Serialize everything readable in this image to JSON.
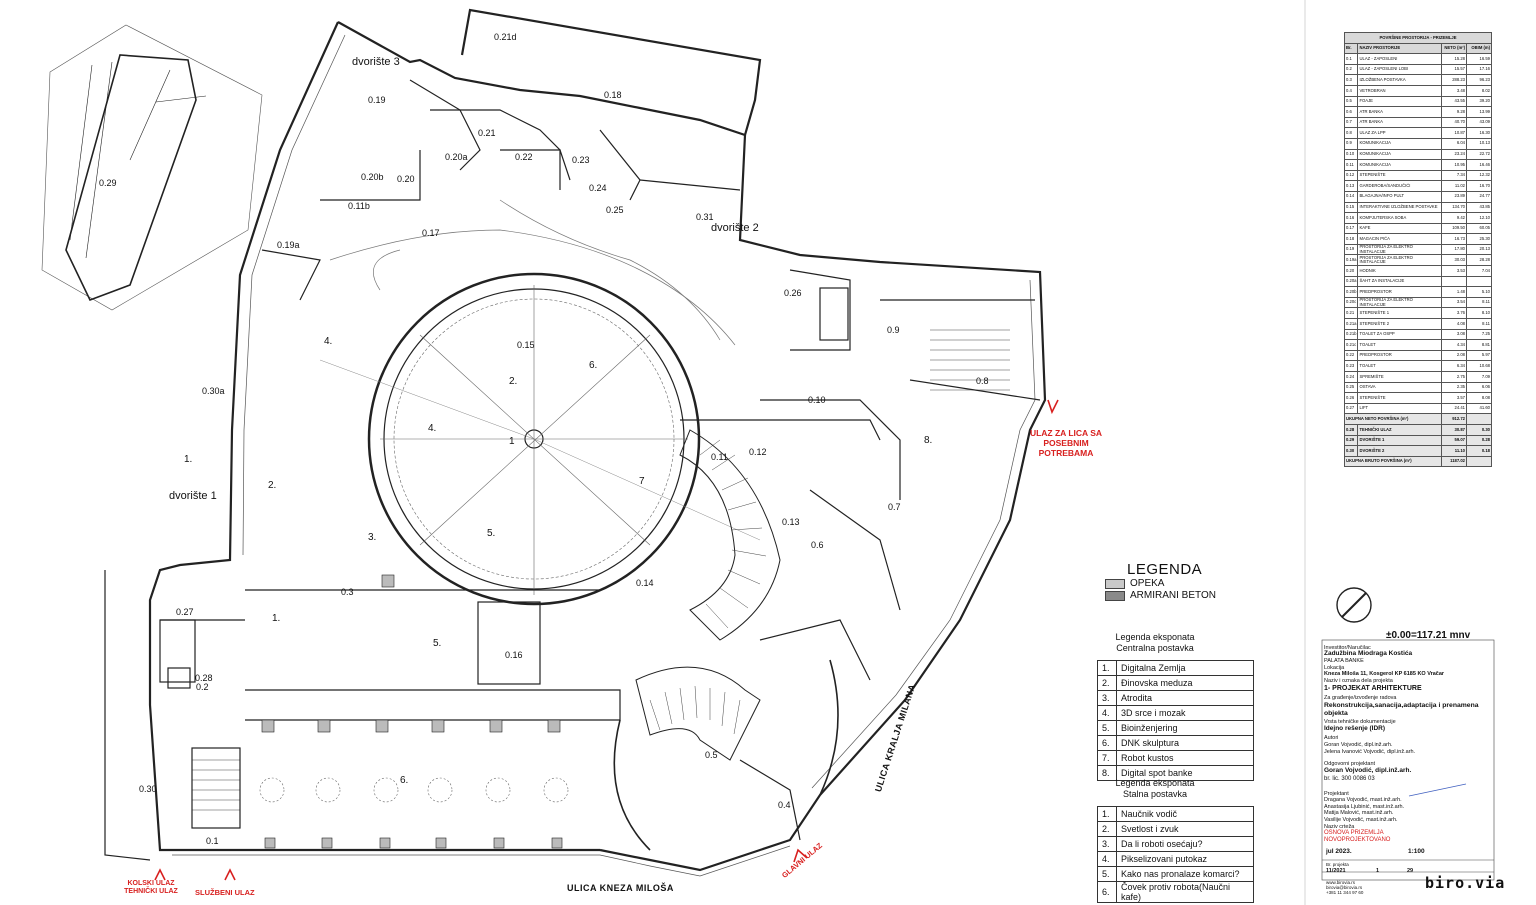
{
  "courtyards": {
    "d3": "dvorište 3",
    "d2": "dvorište 2",
    "d1": "dvorište 1"
  },
  "rooms": {
    "r021d": "0.21d",
    "r019": "0.19",
    "r018": "0.18",
    "r021": "0.21",
    "r022": "0.22",
    "r023": "0.23",
    "r020a": "0.20a",
    "r020b": "0.20b",
    "r020": "0.20",
    "r024": "0.24",
    "r025": "0.25",
    "r011b": "0.11b",
    "r031": "0.31",
    "r029": "0.29",
    "r019a": "0.19a",
    "r017": "0.17",
    "r015": "0.15",
    "r026": "0.26",
    "r09": "0.9",
    "r08": "0.8",
    "r030a": "0.30a",
    "r010": "0.10",
    "r011": "0.11",
    "r012": "0.12",
    "r013": "0.13",
    "r07": "0.7",
    "r06": "0.6",
    "r03": "0.3",
    "r014": "0.14",
    "r016": "0.16",
    "r027": "0.27",
    "r028": "0.28",
    "r02": "0.2",
    "r030": "0.30",
    "r05": "0.5",
    "r04": "0.4",
    "r01": "0.1"
  },
  "zones": {
    "z1": "1.",
    "z1b": "1.",
    "z2": "2.",
    "z2b": "2.",
    "z3": "3.",
    "z4": "4.",
    "z4b": "4.",
    "z5": "5.",
    "z5b": "5.",
    "z6": "6.",
    "z6b": "6.",
    "z7": "7",
    "z8": "8.",
    "z1c": "1"
  },
  "entrances": {
    "ulaz_lica": "ULAZ ZA LICA SA\nPOSEBNIM\nPOTREBAMA",
    "kolski": "KOLSKI ULAZ\nTEHNIČKI ULAZ",
    "sluzbeni": "SLUŽBENI ULAZ",
    "glavni": "GLAVNI ULAZ"
  },
  "streets": {
    "kneza": "ULICA KNEZA MILOŠA",
    "kralja": "ULICA KRALJA MILANA"
  },
  "legend": {
    "title": "LEGENDA",
    "opeka": "OPEKA",
    "beton": "ARMIRANI BETON",
    "central_heading": "Legenda eksponata\nCentralna postavka",
    "central": [
      {
        "n": "1.",
        "t": "Digitalna Zemlja"
      },
      {
        "n": "2.",
        "t": "Đinovska meduza"
      },
      {
        "n": "3.",
        "t": "Atrodita"
      },
      {
        "n": "4.",
        "t": "3D srce i mozak"
      },
      {
        "n": "5.",
        "t": "Bioinženjering"
      },
      {
        "n": "6.",
        "t": "DNK skulptura"
      },
      {
        "n": "7.",
        "t": "Robot kustos"
      },
      {
        "n": "8.",
        "t": "Digital spot banke"
      }
    ],
    "permanent_heading": "Legenda eksponata\nStalna postavka",
    "permanent": [
      {
        "n": "1.",
        "t": "Naučnik vodič"
      },
      {
        "n": "2.",
        "t": "Svetlost i zvuk"
      },
      {
        "n": "3.",
        "t": "Da li roboti osećaju?"
      },
      {
        "n": "4.",
        "t": "Pikselizovani putokaz"
      },
      {
        "n": "5.",
        "t": "Kako nas pronalaze komarci?"
      },
      {
        "n": "6.",
        "t": "Čovek protiv robota(Naučni kafe)"
      }
    ]
  },
  "area_table": {
    "title": "POVRŠINE PROSTORIJA - PRIZEMLJE",
    "headers": [
      "Br.",
      "NAZIV PROSTORIJE",
      "NETO (m²)",
      "OBIM (m)"
    ],
    "rows": [
      [
        "0.1",
        "ULAZ - ZAPOSLENI",
        "15.28",
        "16.59"
      ],
      [
        "0.2",
        "ULAZ - ZAPOSLENI LOBI",
        "15.57",
        "17.16"
      ],
      [
        "0.3",
        "IZLOŽBENA POSTAVKA",
        "288.23",
        "96.23"
      ],
      [
        "0.4",
        "VETROBRAN",
        "3.48",
        "8.02"
      ],
      [
        "0.5",
        "FOAJE",
        "43.55",
        "39.20"
      ],
      [
        "0.6",
        "ATR BANKA",
        "9.28",
        "13.99"
      ],
      [
        "0.7",
        "ATR BANKA",
        "40.70",
        "43.09"
      ],
      [
        "0.8",
        "ULAZ ZA LPP",
        "10.87",
        "16.30"
      ],
      [
        "0.9",
        "KOMUNIKACIJA",
        "6.04",
        "10.13"
      ],
      [
        "0.10",
        "KOMUNIKACIJA",
        "23.24",
        "22.72"
      ],
      [
        "0.11",
        "KOMUNIKACIJA",
        "10.95",
        "16.46"
      ],
      [
        "0.12",
        "STEPENIŠTE",
        "7.34",
        "12.32"
      ],
      [
        "0.13",
        "GARDEROBA/SANDUČIĆI",
        "11.02",
        "16.70"
      ],
      [
        "0.14",
        "BLAGAJNA/INFO PULT",
        "23.89",
        "24.77"
      ],
      [
        "0.15",
        "INTERAKTIVNE IZLOŽBENE POSTAVKE",
        "134.70",
        "43.85"
      ],
      [
        "0.16",
        "KOMPJUTERSKA SOBA",
        "9.42",
        "12.10"
      ],
      [
        "0.17",
        "KAFE",
        "109.50",
        "60.05"
      ],
      [
        "0.18",
        "MAGACIN PIĆA",
        "16.73",
        "25.30"
      ],
      [
        "0.19",
        "PROSTORIJA ZA ELEKTRO INSTALACIJE",
        "17.80",
        "20.13"
      ],
      [
        "0.19a",
        "PROSTORIJA ZA ELEKTRO INSTALACIJE",
        "30.03",
        "28.28"
      ],
      [
        "0.20",
        "HODNIK",
        "3.53",
        "7.04"
      ],
      [
        "0.20a",
        "ŠAHT ZA INSTALACIJE",
        "",
        ""
      ],
      [
        "0.20b",
        "PREDPROSTOR",
        "1.48",
        "5.10"
      ],
      [
        "0.20c",
        "PROSTORIJA ZA ELEKTRO INSTALACIJE",
        "3.54",
        "8.11"
      ],
      [
        "0.21",
        "STEPENIŠTE 1",
        "3.76",
        "8.10"
      ],
      [
        "0.21a",
        "STEPENIŠTE 2",
        "4.08",
        "8.11"
      ],
      [
        "0.21b",
        "TOALET ZA OSPP",
        "3.08",
        "7.25"
      ],
      [
        "0.21c",
        "TOALET",
        "4.34",
        "8.81"
      ],
      [
        "0.22",
        "PREDPROSTOR",
        "2.08",
        "5.97"
      ],
      [
        "0.23",
        "TOALET",
        "6.34",
        "10.68"
      ],
      [
        "0.24",
        "SPREMIŠTE",
        "2.75",
        "7.09"
      ],
      [
        "0.25",
        "OSTAVA",
        "2.35",
        "6.06"
      ],
      [
        "0.26",
        "STEPENIŠTE",
        "3.57",
        "8.08"
      ],
      [
        "0.27",
        "LIFT",
        "24.41",
        "41.60"
      ]
    ],
    "sum_label": "UKUPNA NETO POVRŠINA  (m²)",
    "sum_value": "912.72",
    "extra": [
      [
        "0.28",
        "TEHNIČKI ULAZ",
        "30.87",
        "0.30"
      ],
      [
        "0.29",
        "DVORIŠTE 1",
        "59.07",
        "0.28"
      ],
      [
        "0.30",
        "DVORIŠTE 2",
        "11.10",
        "0.18"
      ]
    ],
    "gross_label": "UKUPNA BRUTO POVRŠINA (m²)",
    "gross_value": "1187.02"
  },
  "title_block": {
    "level": "±0.00=117.21 mnv",
    "investor_label": "Investitor/Naručilac",
    "investor": "Zadužbina Miodraga Kostića",
    "investor2": "PALATA BANKE",
    "location_label": "Lokacija",
    "location": "Kneza Miloša 11, Kosgerol KP 6185 KO Vračar",
    "part_label": "Naziv i oznaka dela projekta",
    "part": "1- PROJEKAT ARHITEKTURE",
    "type_label": "Za građenje/izvođenje radova",
    "type": "Rekonstrukcija,sanacija,adaptacija i prenamena objekta",
    "phase_label": "Vrsta tehničke dokumentacije",
    "phase": "Idejno rešenje (IDR)",
    "authors_label": "Autori",
    "authors": "Goran Vojvodić, dipl.inž.arh.\nJelena Ivanović Vojvodić, dipl.inž.arh.",
    "designer_label": "Odgovorni projektant",
    "designer": "Goran Vojvodić, dipl.inž.arh.",
    "license": "br. lic. 300 0086 03",
    "team_label": "Projektant",
    "team": "Dragana Vojvodić, mast.inž.arh.\nAnastasija Ljubinić, mast.inž.arh.\nMatija Malović, mast.inž.arh.\nVasilije Vojvodić, mast.inž.arh.",
    "sheet_label": "Naziv crteža",
    "sheet": "OSNOVA PRIZEMLJA\nNOVOPROJEKTOVANO",
    "date": "jul 2023.",
    "scale": "1:100",
    "proj_no_label": "Br. projekta",
    "proj_no": "11/2021",
    "page": "1",
    "drawing_no": "29",
    "web": "www.birovia.rs",
    "email": "birovia@birovia.rs",
    "phone": "+381 11 344 97 60",
    "logo": "biro.via"
  }
}
